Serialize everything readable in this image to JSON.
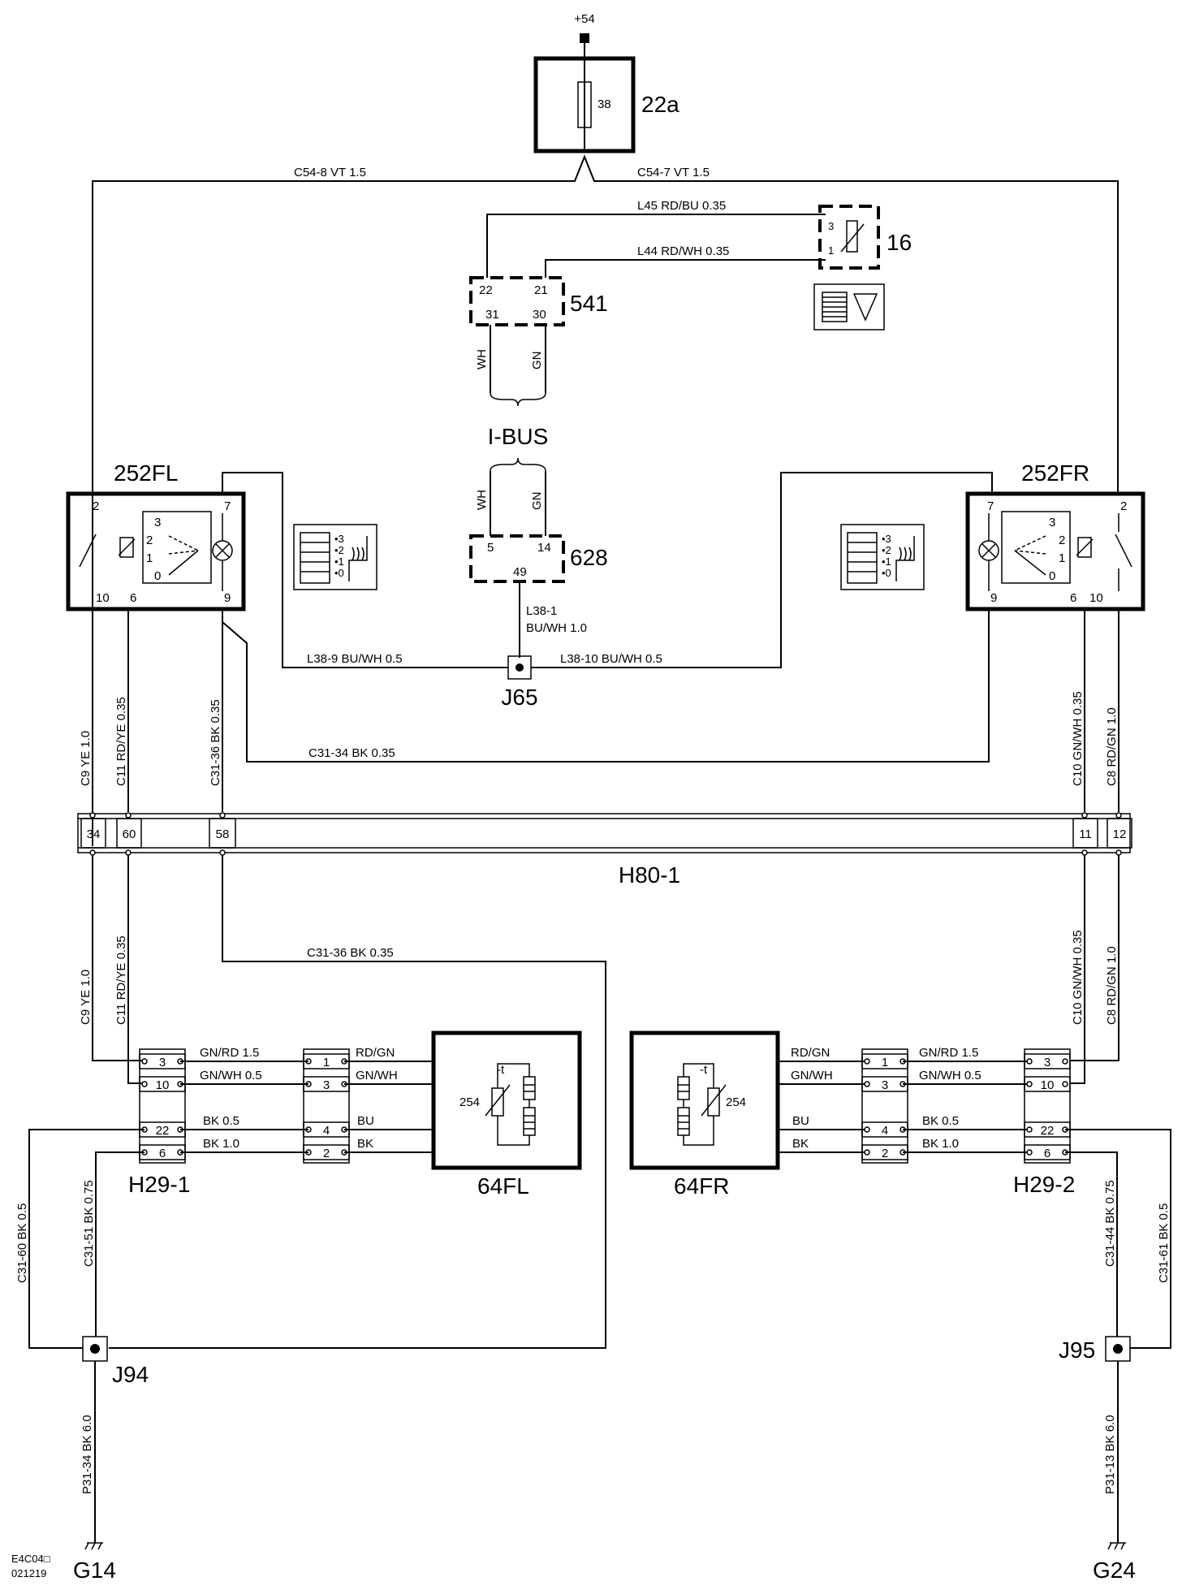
{
  "components": {
    "supply": "+54",
    "fuse_box": "22a",
    "fuse_num": "38",
    "sensor": "16",
    "sensor_pin_a": "3",
    "sensor_pin_b": "1",
    "module_541": "541",
    "module_541_pins": [
      "22",
      "21",
      "31",
      "30"
    ],
    "bus": "I-BUS",
    "module_628": "628",
    "module_628_pins": [
      "5",
      "14",
      "49"
    ],
    "switch_left": "252FL",
    "switch_right": "252FR",
    "switch_left_pins": [
      "2",
      "7",
      "10",
      "6",
      "9"
    ],
    "switch_right_pins": [
      "7",
      "2",
      "9",
      "6",
      "10"
    ],
    "switch_positions": [
      "3",
      "2",
      "1",
      "0"
    ],
    "splice_j65": "J65",
    "connector_h80": "H80-1",
    "h80_pins": [
      "34",
      "60",
      "58",
      "11",
      "12"
    ],
    "connector_h29_1": "H29-1",
    "connector_h29_2": "H29-2",
    "h29_pins": [
      "3",
      "10",
      "22",
      "6"
    ],
    "heater_left": "64FL",
    "heater_right": "64FR",
    "heater_pins": [
      "1",
      "3",
      "4",
      "2"
    ],
    "thermistor": "254",
    "thermistor_symbol": "-t",
    "splice_j94": "J94",
    "splice_j95": "J95",
    "ground_left": "G14",
    "ground_right": "G24",
    "drawing_code": "E4C04□",
    "drawing_date": "021219"
  },
  "wires": {
    "c54_8": "C54-8  VT    1.5",
    "c54_7": "C54-7  VT    1.5",
    "l45": "L45   RD/BU  0.35",
    "l44": "L44   RD/WH  0.35",
    "wh": "WH",
    "gn": "GN",
    "l38_1": "L38-1",
    "l38_1_spec": "BU/WH  1.0",
    "l38_9": "L38-9   BU/WH  0.5",
    "l38_10": "L38-10   BU/WH  0.5",
    "c31_34": "C31-34  BK   0.35",
    "c9": "C9   YE   1.0",
    "c11": "C11  RD/YE  0.35",
    "c31_36": "C31-36  BK   0.35",
    "c10": "C10  GN/WH  0.35",
    "c8": "C8   RD/GN  1.0",
    "gnrd_15": "GN/RD   1.5",
    "gnwh_05": "GN/WH  0.5",
    "bk_05": "BK   0.5",
    "bk_10": "BK   1.0",
    "rdgn": "RD/GN",
    "gnwh": "GN/WH",
    "bu": "BU",
    "bk": "BK",
    "c31_60": "C31-60  BK   0.5",
    "c31_51": "C31-51  BK   0.75",
    "c31_44": "C31-44  BK   0.75",
    "c31_61": "C31-61  BK   0.5",
    "p31_34": "P31-34   BK   6.0",
    "p31_13": "P31-13   BK   6.0"
  },
  "icon_labels": [
    "3",
    "2",
    "1",
    "0"
  ]
}
